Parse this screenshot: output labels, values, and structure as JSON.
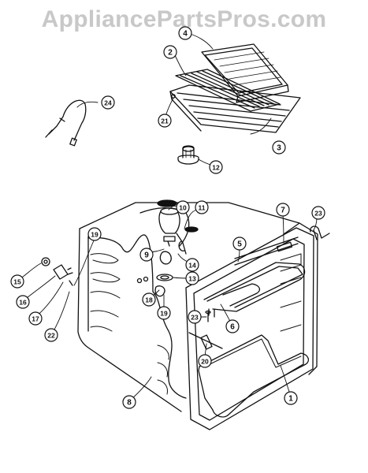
{
  "watermark": "AppliancePartsPros.com",
  "callout_labels": [
    "1",
    "2",
    "3",
    "4",
    "5",
    "6",
    "7",
    "8",
    "9",
    "10",
    "11",
    "12",
    "13",
    "14",
    "15",
    "16",
    "17",
    "18",
    "19",
    "19",
    "20",
    "21",
    "22",
    "23",
    "23",
    "24"
  ]
}
